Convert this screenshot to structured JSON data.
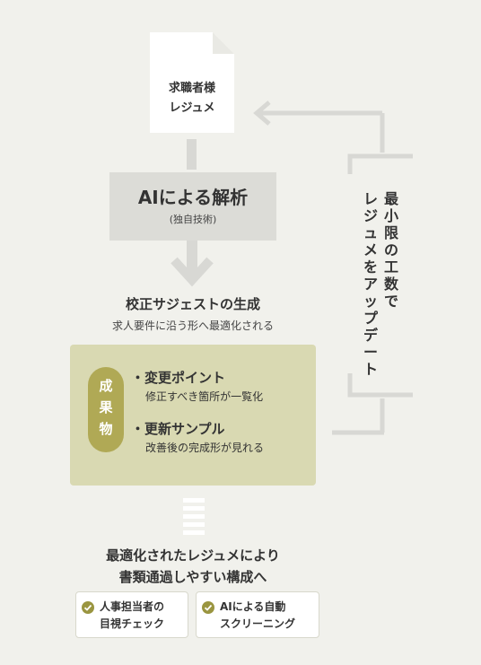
{
  "document": {
    "line1": "求職者様",
    "line2": "レジュメ"
  },
  "analysis": {
    "title": "AIによる解析",
    "subtitle": "(独自技術)"
  },
  "generation": {
    "title": "校正サジェストの生成",
    "subtitle": "求人要件に沿う形へ最適化される"
  },
  "outcome": {
    "label": [
      "成",
      "果",
      "物"
    ],
    "items": [
      {
        "heading": "・変更ポイント",
        "detail": "修正すべき箇所が一覧化"
      },
      {
        "heading": "・更新サンプル",
        "detail": "改善後の完成形が見れる"
      }
    ]
  },
  "result": {
    "line1": "最適化されたレジュメにより",
    "line2": "書類通過しやすい構成へ"
  },
  "badges": [
    {
      "line1": "人事担当者の",
      "line2": "目視チェック"
    },
    {
      "line1": "AIによる自動",
      "line2": "スクリーニング"
    }
  ],
  "loop": {
    "col1": [
      "最",
      "小",
      "限",
      "の",
      "工",
      "数",
      "で"
    ],
    "col2": [
      "レ",
      "ジ",
      "ュ",
      "メ",
      "を",
      "ア",
      "ッ",
      "プ",
      "デ",
      "ー",
      "ト"
    ]
  },
  "colors": {
    "background": "#f1f1ec",
    "outcome_box": "#d9d9b2",
    "pill": "#b0a955",
    "connector": "#d8d8d4",
    "check": "#9a9540"
  }
}
